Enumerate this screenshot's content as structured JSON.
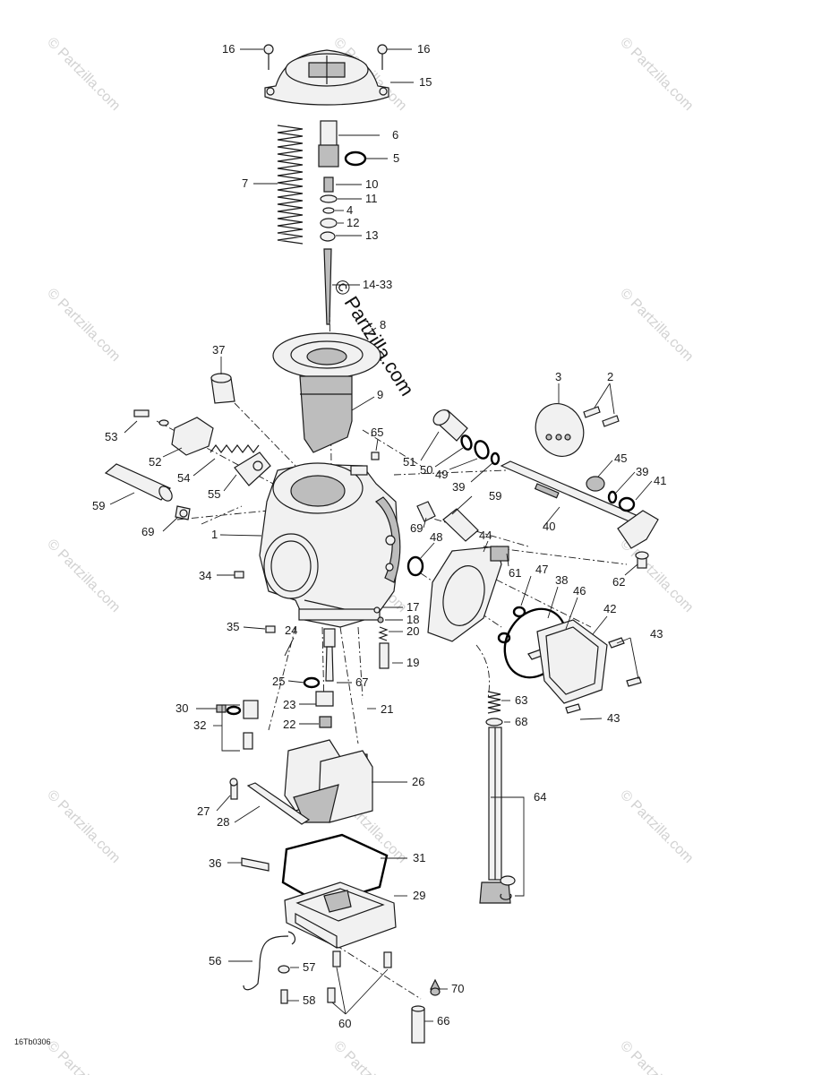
{
  "watermark": {
    "text": "© Partzilla.com"
  },
  "diagram_code": "16Tb0306",
  "callouts": {
    "c16a": "16",
    "c16b": "16",
    "c15": "15",
    "c6": "6",
    "c5": "5",
    "c7": "7",
    "c10": "10",
    "c11": "11",
    "c4": "4",
    "c12": "12",
    "c13": "13",
    "c1433": "14-33",
    "c8": "8",
    "c37": "37",
    "c9": "9",
    "c3": "3",
    "c2": "2",
    "c53": "53",
    "c65": "65",
    "c52": "52",
    "c51": "51",
    "c50": "50",
    "c49": "49",
    "c39a": "39",
    "c45": "45",
    "c39b": "39",
    "c41": "41",
    "c54": "54",
    "c55": "55",
    "c59a": "59",
    "c59b": "59",
    "c69a": "69",
    "c69b": "69",
    "c1": "1",
    "c48": "48",
    "c44": "44",
    "c40": "40",
    "c61": "61",
    "c62": "62",
    "c34": "34",
    "c47": "47",
    "c38": "38",
    "c46": "46",
    "c42": "42",
    "c17": "17",
    "c18": "18",
    "c20": "20",
    "c35": "35",
    "c43a": "43",
    "c24": "24",
    "c19": "19",
    "c25": "25",
    "c67": "67",
    "c23": "23",
    "c21": "21",
    "c63": "63",
    "c30": "30",
    "c32": "32",
    "c68": "68",
    "c43b": "43",
    "c22": "22",
    "c26": "26",
    "c64": "64",
    "c27": "27",
    "c28": "28",
    "c36": "36",
    "c31": "31",
    "c29": "29",
    "c56": "56",
    "c57": "57",
    "c70": "70",
    "c58": "58",
    "c60": "60",
    "c66": "66"
  }
}
